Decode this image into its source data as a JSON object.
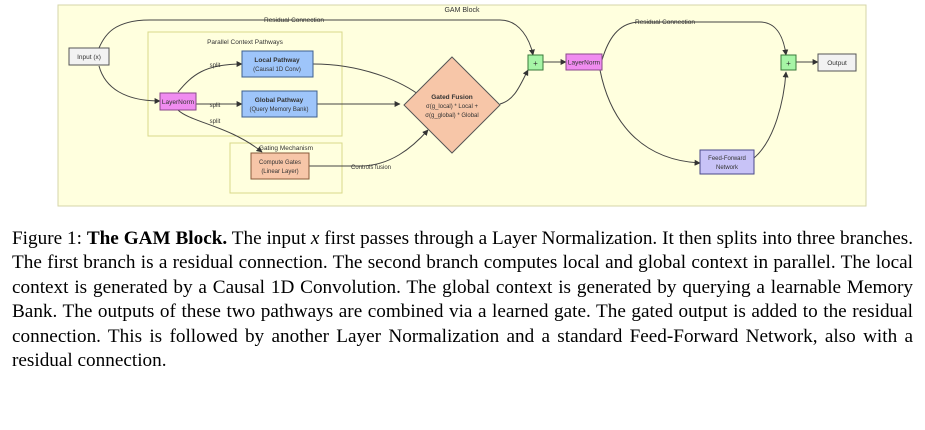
{
  "diagram": {
    "block_title": "GAM Block",
    "groups": {
      "parallel": "Parallel Context Pathways",
      "gating": "Gating Mechanism"
    },
    "nodes": {
      "input": "Input (x)",
      "layernorm1": "LayerNorm",
      "local_title": "Local Pathway",
      "local_sub": "(Causal 1D Conv)",
      "global_title": "Global Pathway",
      "global_sub": "(Query Memory Bank)",
      "gates_title": "Compute Gates",
      "gates_sub": "(Linear Layer)",
      "fusion_title": "Gated Fusion",
      "fusion_line1": "σ(g_local) * Local +",
      "fusion_line2": "σ(g_global) * Global",
      "add1": "+",
      "layernorm2": "LayerNorm",
      "ffn_line1": "Feed-Forward",
      "ffn_line2": "Network",
      "add2": "+",
      "output": "Output"
    },
    "edge_labels": {
      "residual1": "Residual Connection",
      "residual2": "Residual Connection",
      "split1": "split",
      "split2": "split",
      "split3": "split",
      "controls": "Controls fusion"
    },
    "colors": {
      "canvas": "#ffffde",
      "group": "#ffffde",
      "layernorm": "#f08cf0",
      "pathway": "#9ec5fa",
      "gates": "#f7c6a8",
      "fusion": "#f7c6a8",
      "add": "#a6f5a6",
      "ffn": "#c8c3f7",
      "neutral": "#f2f2f2"
    }
  },
  "caption": {
    "figure_label": "Figure 1:",
    "title": "The GAM Block.",
    "text_before_var": "The input",
    "var": "x",
    "text_after_var": "first passes through a Layer Normalization. It then splits into three branches. The first branch is a residual connection. The second branch computes local and global context in parallel. The local context is generated by a Causal 1D Convolution. The global context is generated by querying a learnable Memory Bank. The outputs of these two pathways are combined via a learned gate. The gated output is added to the residual connection. This is followed by another Layer Normalization and a standard Feed-Forward Network, also with a residual connection."
  }
}
